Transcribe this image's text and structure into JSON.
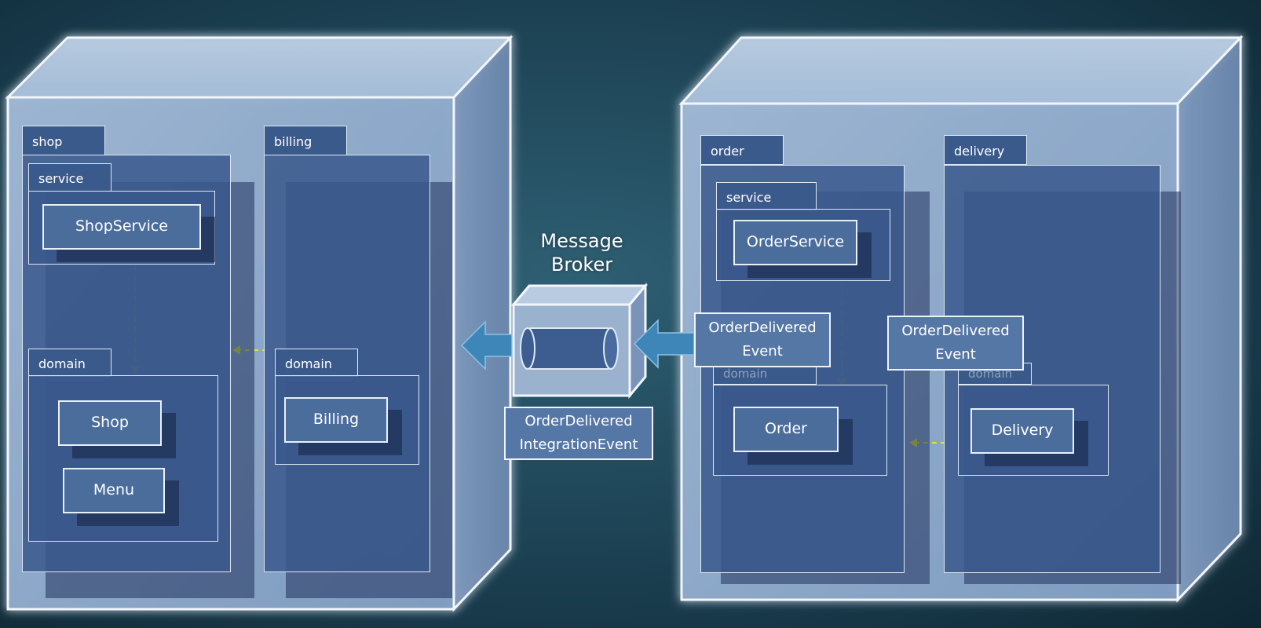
{
  "left_node": {
    "shop": {
      "tab": "shop",
      "service_tab": "service",
      "shop_service": "ShopService",
      "domain_tab": "domain",
      "entities": [
        "Shop",
        "Menu"
      ]
    },
    "billing": {
      "tab": "billing",
      "domain_tab": "domain",
      "entity": "Billing"
    }
  },
  "broker": {
    "title_line1": "Message",
    "title_line2": "Broker",
    "integration_event_line1": "OrderDelivered",
    "integration_event_line2": "IntegrationEvent"
  },
  "right_node": {
    "order": {
      "tab": "order",
      "service_tab": "service",
      "order_service": "OrderService",
      "event_line1": "OrderDelivered",
      "event_line2": "Event",
      "domain_tab": "domain",
      "entity": "Order"
    },
    "delivery": {
      "tab": "delivery",
      "event_line1": "OrderDelivered",
      "event_line2": "Event",
      "domain_tab": "domain",
      "entity": "Delivery"
    }
  },
  "colors": {
    "dependency_arrow": "#e3e32a",
    "flow_arrow": "#3f86b8",
    "box_fill": "#4b6d9c",
    "node_fill": "#8fa9c8"
  }
}
